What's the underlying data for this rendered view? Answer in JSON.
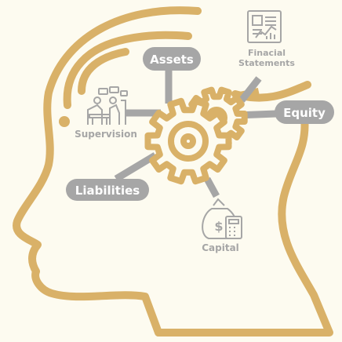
{
  "colors": {
    "background": "#fdfbf0",
    "head_outline": "#d9b168",
    "gear_fill": "#fdfbf0",
    "label_gray": "#a6a6a6",
    "label_text": "#ffffff"
  },
  "labels": {
    "assets": "Assets",
    "equity": "Equity",
    "liabilities": "Liabilities",
    "supervision": "Supervision",
    "capital": "Capital",
    "financial_statements_line1": "Finacial",
    "financial_statements_line2": "Statements"
  },
  "icons": {
    "supervision": "meeting-people-icon",
    "capital": "money-bag-calculator-icon",
    "financial_statements": "report-document-chart-icon"
  }
}
